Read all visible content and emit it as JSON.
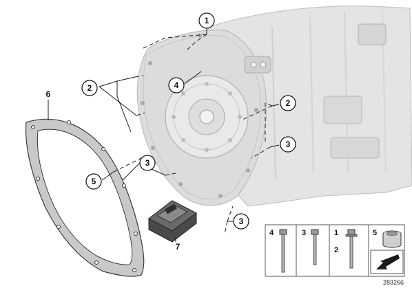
{
  "callouts": {
    "c1_top": "1",
    "c2_left": "2",
    "c2_right": "2",
    "c3_right": "3",
    "c3_left": "3",
    "c3_bottom": "3",
    "c4": "4",
    "c5": "5",
    "label6": "6",
    "label7": "7"
  },
  "legend": {
    "col4": "4",
    "col3": "3",
    "col1": "1",
    "col2": "2",
    "col5": "5"
  },
  "image_id": "283266",
  "colors": {
    "transmission_fill": "#e4e4e4",
    "transmission_stroke": "#bdbdbd",
    "gasket_fill": "#c9c9c9",
    "gasket_stroke": "#3a3a3a",
    "module_fill": "#4a4a4a"
  }
}
